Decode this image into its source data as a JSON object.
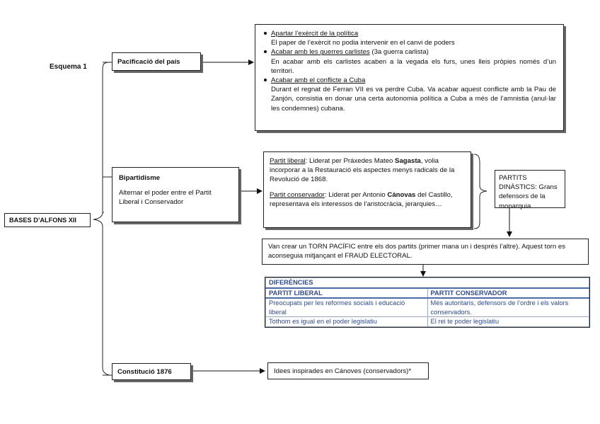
{
  "title": "Esquema 1",
  "root": "BASES D’ALFONS XII",
  "branches": {
    "pacificacio": "Pacificació del país",
    "bipartidisme": "Bipartidisme",
    "bipartidisme_desc": "Alternar el poder entre el Partit Liberal i Conservador",
    "constitucio": "Constitució 1876"
  },
  "pacificacio_detail": [
    {
      "heading": "Apartar l’exèrcit de la política",
      "heading_suffix": "",
      "text": "El paper de l’exèrcit no podia intervenir en el canvi de poders"
    },
    {
      "heading": "Acabar amb les guerres carlistes",
      "heading_suffix": " (3a guerra carlista)",
      "text": "En acabar amb els carlistes acaben a la vegada els furs, unes lleis pròpies només d’un territori."
    },
    {
      "heading": "Acabar amb el conflicte a Cuba",
      "heading_suffix": "",
      "text": "Durant el regnat de Ferran VII es va perdre Cuba. Va acabar aquest conflicte amb la Pau de Zanjón, consistia en donar una certa autonomia política a Cuba a més de l’amnistia (anul·lar les condemnes) cubana."
    }
  ],
  "partits": {
    "liberal_label": "Partit liberal",
    "liberal_pre": ": Liderat per Práxedes Mateo ",
    "liberal_name": "Sagasta",
    "liberal_post": ", volia incorporar a la Restauració els aspectes menys radicals de la Revolució de 1868.",
    "conservador_label": "Partit conservador",
    "conservador_pre": ": Liderat per Antonio ",
    "conservador_name": "Cánovas",
    "conservador_post": " del Castillo, representava els interessos de l’aristocràcia, jerarquies…"
  },
  "dinastics": "PARTITS DINÀSTICS: Grans defensors de la monarquia",
  "torn": "Van crear un TORN PACÍFIC entre els dos partits (primer mana un i després l’altre). Aquest torn es aconseguia mitjançant el FRAUD ELECTORAL.",
  "diferencies": {
    "title": "DIFERÈNCIES",
    "columns": [
      "PARTIT LIBERAL",
      "PARTIT CONSERVADOR"
    ],
    "rows": [
      [
        "Preocupats per les reformes socials i educació liberal",
        "Més autoritaris, defensors de l’ordre i els valors conservadors."
      ],
      [
        "Tothom es igual en el poder legislatiu",
        "El rei te poder legislatiu"
      ]
    ]
  },
  "constitucio_detail": "Idees inspirades en Cánoves (conservadors)*"
}
